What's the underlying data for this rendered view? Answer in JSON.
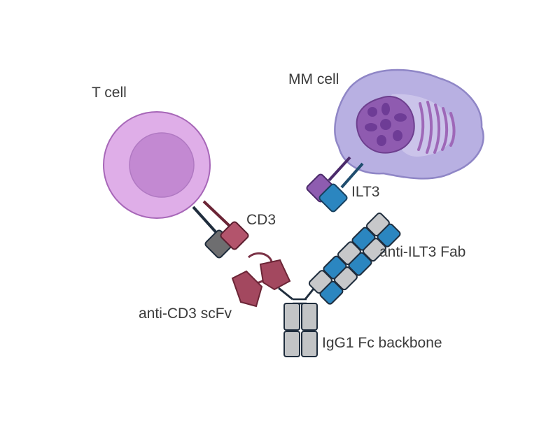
{
  "labels": {
    "t_cell": "T cell",
    "mm_cell": "MM cell",
    "cd3": "CD3",
    "ilt3": "ILT3",
    "anti_ilt3_fab": "anti-ILT3 Fab",
    "anti_cd3_scfv": "anti-CD3 scFv",
    "igg1_fc": "IgG1 Fc backbone"
  },
  "colors": {
    "t_cell_outer": "#dfaee8",
    "t_cell_inner": "#c389d2",
    "t_cell_stroke": "#a767b8",
    "mm_cell_body": "#b8b0e2",
    "mm_cell_stroke": "#8f86c6",
    "mm_nucleus": "#8f5bb0",
    "cd3_red": "#b3546c",
    "cd3_dark": "#6e6e70",
    "ilt3_blue": "#2b86c0",
    "mm_receptor_purple": "#8e5cb0",
    "fab_gray": "#c7c8ca",
    "scfv_red": "#a3485f",
    "fc_gray": "#c2c4c6",
    "outline": "#1f2d3d"
  }
}
